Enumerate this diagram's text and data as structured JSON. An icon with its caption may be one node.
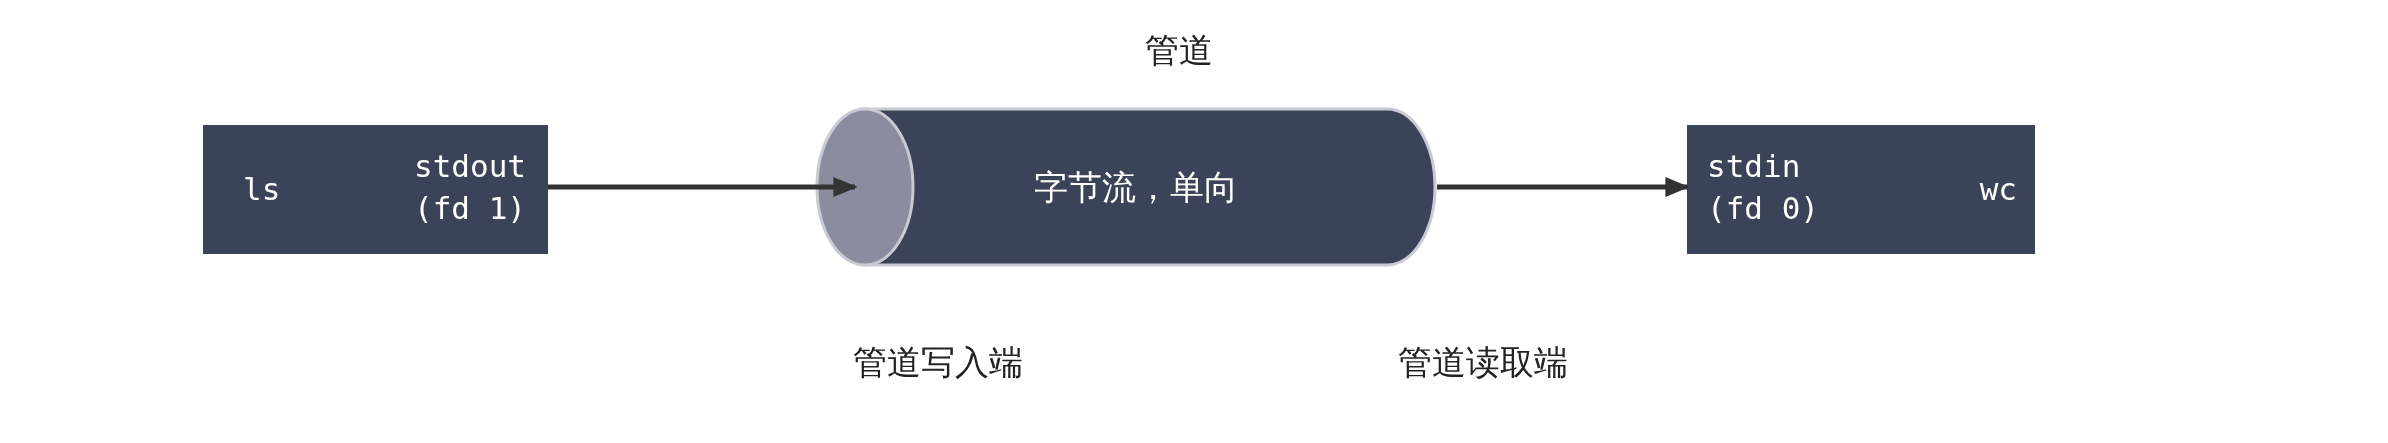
{
  "diagram": {
    "nodes": [
      {
        "text": [
          "ls",
          "stdout (fd 1)"
        ]
      },
      {
        "text": [
          "字节流，单向"
        ]
      },
      {
        "text": [
          "stdin (fd 0)",
          "wc"
        ]
      }
    ],
    "edges": [
      {
        "from": 0,
        "to": 1,
        "arrow": "to"
      },
      {
        "from": 1,
        "to": 2,
        "arrow": "to"
      }
    ],
    "labels": [
      "管道",
      "管道写入端",
      "管道读取端"
    ]
  }
}
